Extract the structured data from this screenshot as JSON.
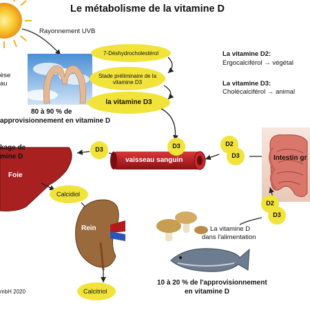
{
  "title": "Le métabolisme de la vitamine D",
  "uvb_label": "Rayonnement UVB",
  "skin_synthesis_partial": [
    "èse",
    "au"
  ],
  "pathway_steps": [
    "7-Déshydrocholestérol",
    "Stade préliminaire de la vitamine D3",
    "la vitamine D3"
  ],
  "sun_share": {
    "line1": "80 à 90 % de",
    "line2": "approvisionnement en vitamine D"
  },
  "definitions": {
    "d2_title": "La vitamine D2:",
    "d2_text": "Ergocalciférol → végétal",
    "d3_title": "La vitamine D3:",
    "d3_text": "Cholécalciférol → animal"
  },
  "storage_label": {
    "line1": "kage de",
    "line2": "mine D"
  },
  "blood_vessel_label": "vaisseau sanguin",
  "badges": {
    "d3": "D3",
    "d2": "D2"
  },
  "liver_label": "Foie",
  "calcidiol_label": "Calcidiol",
  "kidney_label": "Rein",
  "calcitriol_label": "Calcitriol",
  "intestine_label": "Intestin gr",
  "food_label": {
    "line1": "La vitamine D",
    "line2": "dans l'alimentation"
  },
  "food_share": {
    "line1": "10 à 20 % de l'approvisionnement",
    "line2": "en vitamine D"
  },
  "copyright": "mbH 2020",
  "colors": {
    "badge_yellow": "#f2e33b",
    "vessel_red": "#b8191c",
    "liver_red": "#a82020",
    "kidney_brown": "#9a6a3c",
    "sun_orange": "#f5a623"
  }
}
